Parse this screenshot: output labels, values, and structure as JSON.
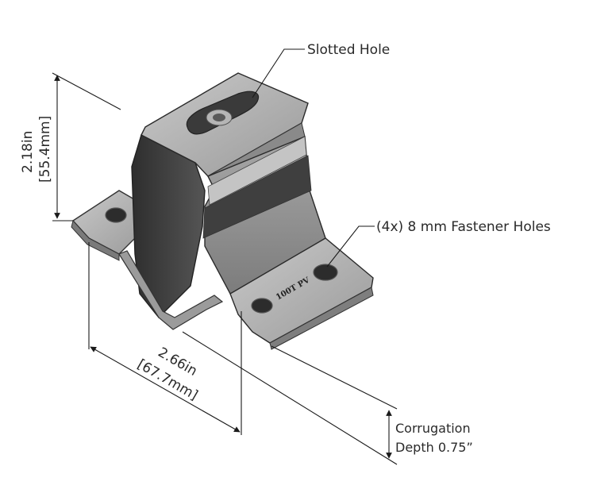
{
  "callouts": {
    "slotted_hole": "Slotted Hole",
    "fastener_holes": "(4x) 8 mm Fastener Holes",
    "corrugation_line1": "Corrugation",
    "corrugation_line2": "Depth 0.75”"
  },
  "dimensions": {
    "height_in": "2.18in",
    "height_mm": "[55.4mm]",
    "width_in": "2.66in",
    "width_mm": "[67.7mm]"
  },
  "part_marking": "100T PV",
  "colors": {
    "metal_light": "#b9b9b9",
    "metal_mid": "#8f8f8f",
    "metal_dark": "#3a3a3a",
    "line": "#1a1a1a",
    "text": "#2a2a2a"
  }
}
